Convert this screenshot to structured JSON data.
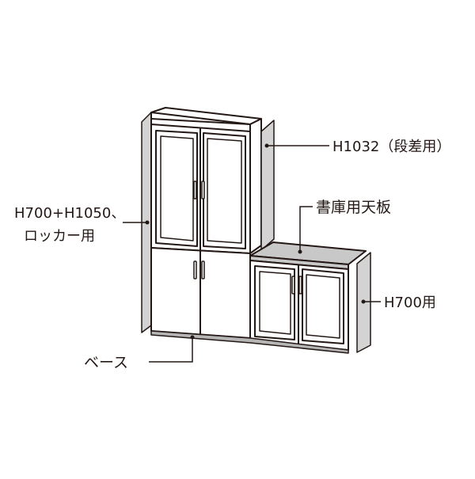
{
  "labels": {
    "side_panel_step": "H1032（段差用）",
    "top_board": "書庫用天板",
    "side_panel_tall_line1": "H700+H1050、",
    "side_panel_tall_line2": "ロッカー用",
    "side_panel_short": "H700用",
    "base": "ベース"
  },
  "colors": {
    "outline": "#231815",
    "panel_fill": "#d3d3d3",
    "top_fill": "#c8c8c8",
    "cabinet_fill": "#ffffff",
    "base_fill": "#b5b5b5"
  }
}
